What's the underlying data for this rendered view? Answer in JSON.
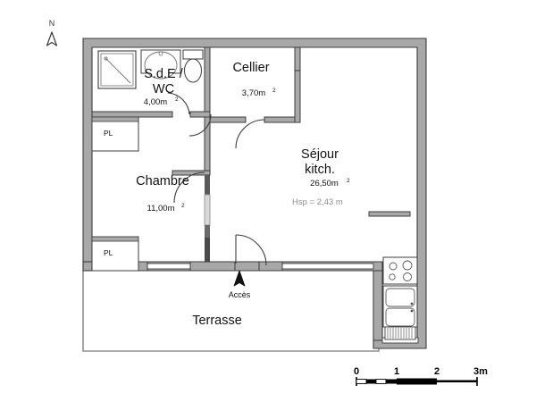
{
  "document": {
    "type": "floor-plan",
    "background_color": "#ffffff",
    "wall_fill_color": "#a8a8a8",
    "wall_stroke_color": "#3c3c3c",
    "text_color": "#111111",
    "muted_text_color": "#8d8d8d"
  },
  "compass": {
    "label": "N",
    "icon": "north-arrow-icon"
  },
  "rooms": [
    {
      "id": "sdb-wc",
      "name_line1": "S.d.E /",
      "name_line2": "WC",
      "area": "4,00m",
      "area_sup": "2"
    },
    {
      "id": "cellier",
      "name_line1": "Cellier",
      "name_line2": "",
      "area": "3,70m",
      "area_sup": "2"
    },
    {
      "id": "sejour-kitch",
      "name_line1": "Séjour",
      "name_line2": "kitch.",
      "area": "26,50m",
      "area_sup": "2",
      "note": "Hsp = 2,43 m"
    },
    {
      "id": "chambre",
      "name_line1": "Chambre",
      "name_line2": "",
      "area": "11,00m",
      "area_sup": "2"
    },
    {
      "id": "terrasse",
      "name_line1": "Terrasse",
      "name_line2": "",
      "area": "",
      "area_sup": ""
    }
  ],
  "closets": [
    {
      "id": "closet-top",
      "label": "PL"
    },
    {
      "id": "closet-bottom",
      "label": "PL"
    }
  ],
  "entrance": {
    "label": "Accès",
    "icon": "up-arrow-icon"
  },
  "scale_bar": {
    "ticks": [
      "0",
      "1",
      "2",
      "3m"
    ],
    "unit": "m",
    "segments": 3
  },
  "fixtures": [
    {
      "id": "shower",
      "name": "shower-fixture"
    },
    {
      "id": "washbasin",
      "name": "washbasin-fixture"
    },
    {
      "id": "toilet",
      "name": "toilet-fixture"
    },
    {
      "id": "cooktop",
      "name": "cooktop-fixture"
    },
    {
      "id": "sink-double",
      "name": "double-sink-fixture"
    },
    {
      "id": "radiator",
      "name": "radiator-fixture"
    }
  ]
}
